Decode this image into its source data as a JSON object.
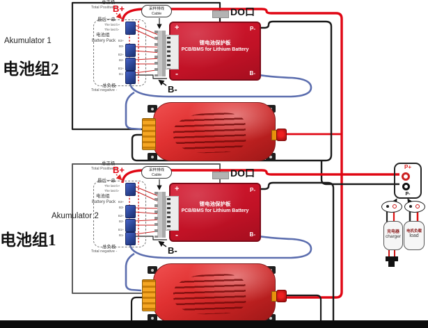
{
  "left_labels": [
    {
      "latin": "Akumulator 1",
      "cjk": "电池组2"
    },
    {
      "latin": "Akumulator 2",
      "cjk": "电池组1"
    }
  ],
  "sections": [
    {
      "total_positive_cn": "总正极",
      "total_positive_en": "Total Positive +",
      "b_plus": "B+",
      "last_string_cn": "最后一串",
      "last_b_plus": "The last b+",
      "last_b_minus": "The last b-",
      "pack_cn": "电池组",
      "pack_en": "Battery Pack",
      "cells": [
        "B3+",
        "B3-",
        "B2+",
        "B2-",
        "B1+",
        "B1-"
      ],
      "total_negative_cn": "总负极",
      "total_negative_en": "Total negative -",
      "b_minus": "B-",
      "cable_cn": "采样排线",
      "cable_en": "Cable",
      "do_port": "DO口",
      "bms": {
        "plus": "+",
        "p_minus": "P-",
        "minus": "-",
        "b_minus": "B-",
        "title_cn": "锂电池保护板",
        "title_en": "PCB/BMS for Lithium Battery"
      }
    },
    {
      "total_positive_cn": "总正极",
      "total_positive_en": "Total Positive +",
      "b_plus": "B+",
      "last_string_cn": "最后一串",
      "last_b_plus": "The last b+",
      "last_b_minus": "The last b-",
      "pack_cn": "电池组",
      "pack_en": "Battery Pack",
      "cells": [
        "B3+",
        "B3-",
        "B2+",
        "B2-",
        "B1+",
        "B1-"
      ],
      "total_negative_cn": "总负极",
      "total_negative_en": "Total negative -",
      "b_minus": "B-",
      "cable_cn": "采样排线",
      "cable_en": "Cable",
      "do_port": "DO口",
      "bms": {
        "plus": "+",
        "p_minus": "P-",
        "minus": "-",
        "b_minus": "B-",
        "title_cn": "锂电池保护板",
        "title_en": "PCB/BMS for Lithium Battery"
      }
    }
  ],
  "output": {
    "p_plus": "P+",
    "p_minus": "P-",
    "charger": {
      "cn": "充电器",
      "en": "charger"
    },
    "load": {
      "cn": "电机负载",
      "en": "load"
    }
  },
  "colors": {
    "wire_red": "#e00613",
    "wire_black": "#1a1a1a",
    "wire_blue": "#5b6dae",
    "wire_gray": "#5a5a5a",
    "board_red": "#c81a2e",
    "cell_blue": "#2c4696",
    "connector_orange": "#e8920c"
  }
}
